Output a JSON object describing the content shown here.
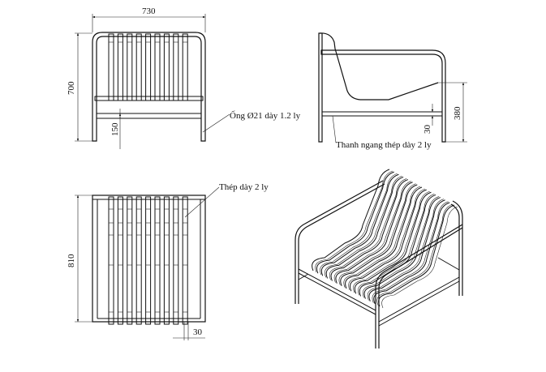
{
  "drawing": {
    "front_view": {
      "width_dim": "730",
      "height_dim": "700",
      "crossbar_dim": "150",
      "tube_note": "Ống Ø21 dày 1.2 ly"
    },
    "side_view": {
      "seat_height_dim": "380",
      "bar_dim": "30",
      "bar_note": "Thanh ngang thép dày 2 ly"
    },
    "top_view": {
      "depth_dim": "810",
      "slat_dim": "30",
      "slat_note": "Thép dày 2 ly"
    },
    "iso_view": {}
  }
}
